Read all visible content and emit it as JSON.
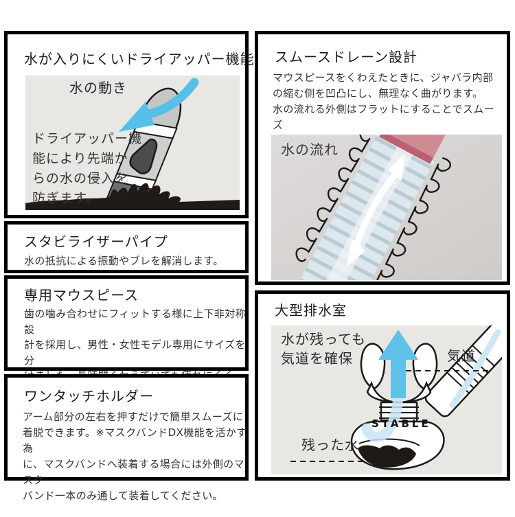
{
  "colors": {
    "panel_border": "#000000",
    "panel_bg": "#ffffff",
    "illustration_bg": "#e9e7e3",
    "photo_bg": "#d6d4d2",
    "title_text": "#1c1c1c",
    "body_text": "#333333",
    "arrow_blue": "#57c0e8",
    "pale_blue": "#c9e5f3",
    "wave_black": "#201b16",
    "cap_pink": "#cf8b94"
  },
  "panels": {
    "dry_upper": {
      "title": "水が入りにくいドライアッパー機能",
      "water_movement_label": "水の動き",
      "caption": "ドライアッパー機\n能により先端か\nらの水の侵入を\n防ぎます。"
    },
    "smooth_drain": {
      "title": "スムースドレーン設計",
      "body": "マウスピースをくわえたときに、ジャバラ内部\nの縮む側を凹凸にし、無理なく曲がります。\n水の流れる外側はフラットにすることでスムーズ\nな排水が行えます。",
      "water_flow_label": "水の流れ"
    },
    "stabilizer": {
      "title": "スタビライザーパイプ",
      "body": "水の抵抗による振動やブレを解消します。"
    },
    "mouthpiece": {
      "title": "専用マウスピース",
      "body": "歯の噛み合わせにフィットする様に上下非対称設\n計を採用し、男性・女性モデル専用にサイズを分\nけました。長時間くわえていても疲れにくく、違\n和感のない快適な使用感が得られます。"
    },
    "one_touch_holder": {
      "title": "ワンタッチホルダー",
      "body": "アーム部分の左右を押すだけで簡単スムーズに\n着脱できます。※マスクバンドDX機能を活かす為\nに、マスクバンドへ装着する場合には外側のマスク\nバンド一本のみ通して装着してください。"
    },
    "drain_chamber": {
      "title": "大型排水室",
      "airway_secured_label": "水が残っても\n気道を確保",
      "airway_label": "気道",
      "remaining_water_label": "残った水",
      "stable_label": "STABLE"
    }
  }
}
